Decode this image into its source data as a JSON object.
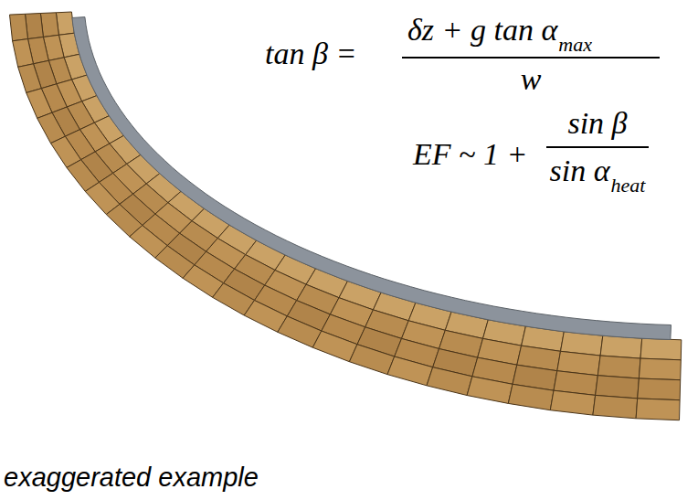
{
  "diagram": {
    "caption": "exaggerated example",
    "labels": [
      "tan β =",
      "δz + g tan α",
      "max",
      "w",
      "EF ~ 1 +",
      "sin β",
      "sin α",
      "heat"
    ]
  }
}
